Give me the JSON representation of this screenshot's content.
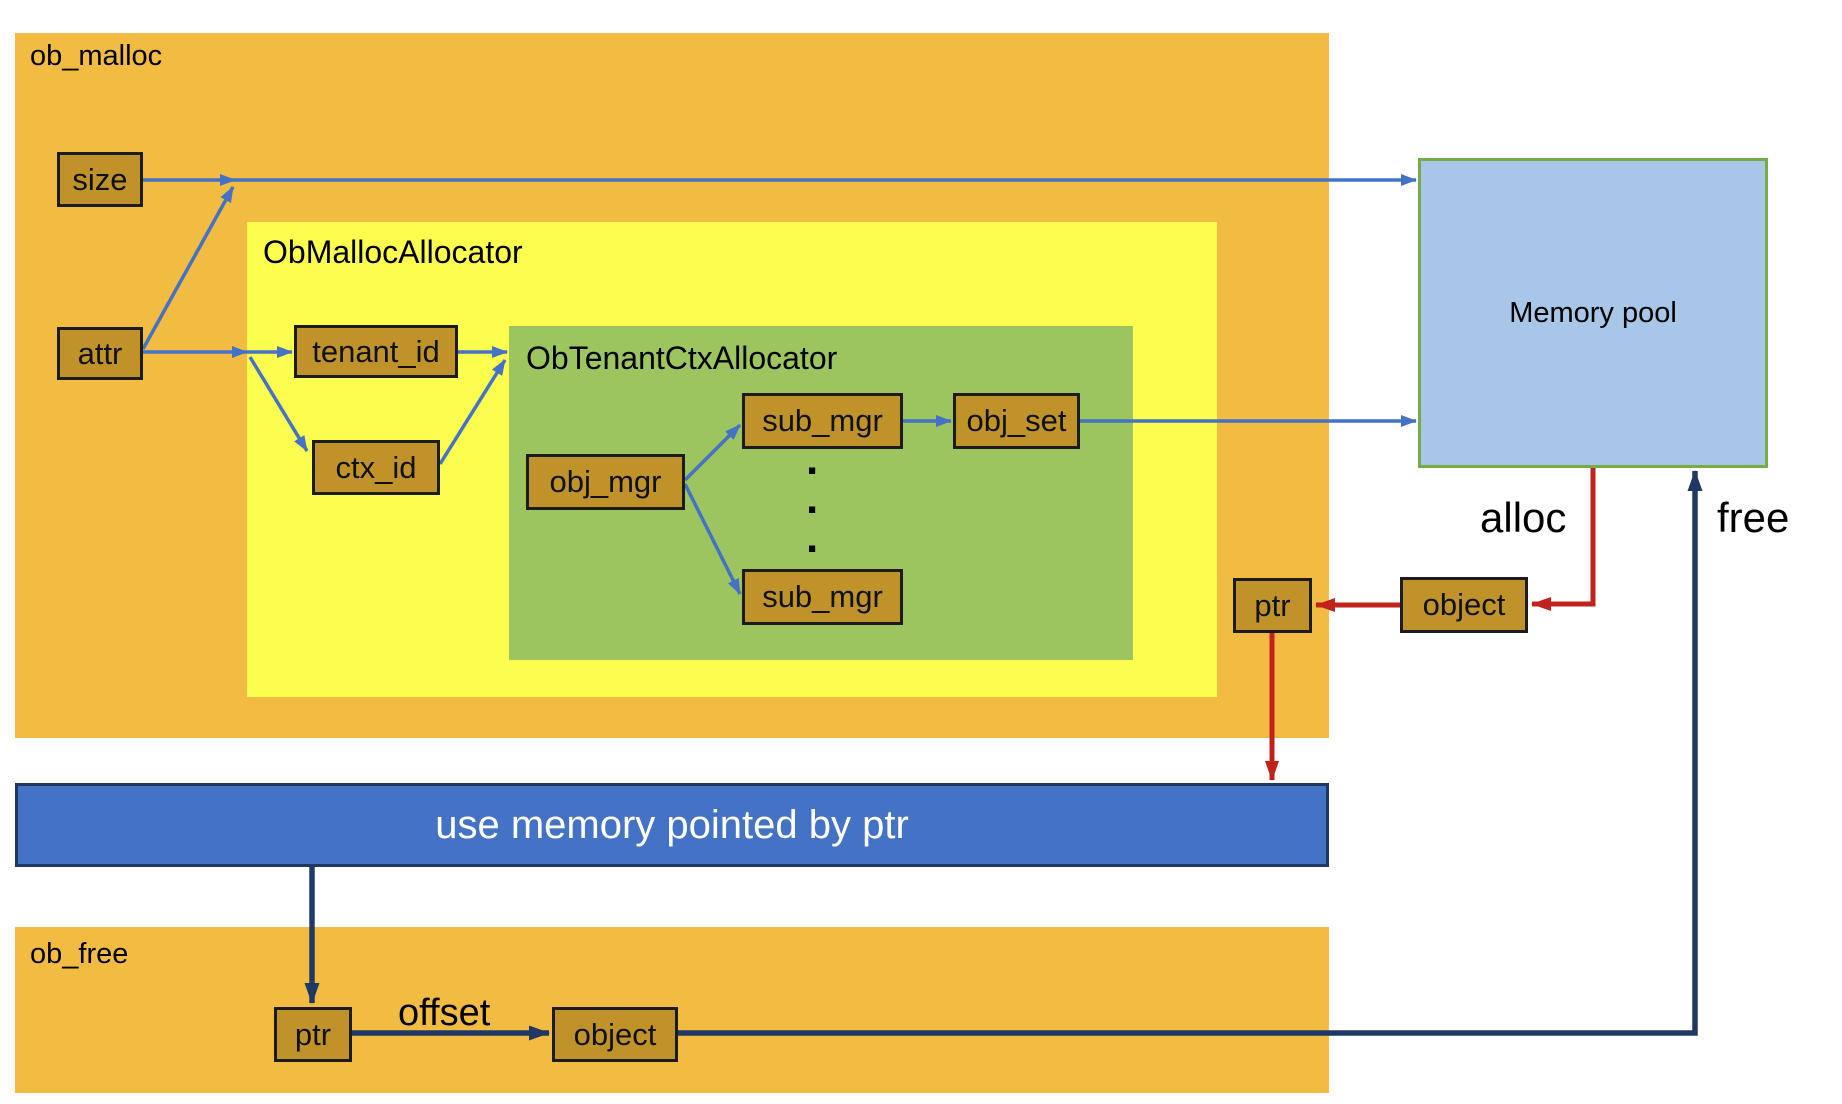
{
  "colors": {
    "orange": "#F2BC42",
    "yellow": "#FDFD4F",
    "green": "#9CC560",
    "box_fill": "#BF9329",
    "box_border": "#1C1C1C",
    "pool_fill": "#A8C6E8",
    "pool_border": "#77AB46",
    "banner_fill": "#4472C4",
    "banner_border": "#1F3864",
    "banner_text": "#FFFFFF",
    "arrow_blue": "#4472C4",
    "arrow_red": "#C0231C",
    "arrow_navy": "#1F3864"
  },
  "diagram": {
    "ob_malloc": {
      "label": "ob_malloc"
    },
    "allocator": {
      "label": "ObMallocAllocator"
    },
    "tenant_ctx": {
      "label": "ObTenantCtxAllocator",
      "ellipsis": ".\n.\n."
    },
    "memory_pool": {
      "label": "Memory pool"
    },
    "banner": {
      "label": "use memory pointed by ptr"
    },
    "ob_free": {
      "label": "ob_free"
    },
    "labels": {
      "alloc": "alloc",
      "free": "free",
      "offset": "offset"
    },
    "boxes": {
      "size": "size",
      "attr": "attr",
      "tenant_id": "tenant_id",
      "ctx_id": "ctx_id",
      "obj_mgr": "obj_mgr",
      "sub_mgr_top": "sub_mgr",
      "sub_mgr_bottom": "sub_mgr",
      "obj_set": "obj_set",
      "ptr_alloc": "ptr",
      "object_alloc": "object",
      "ptr_free": "ptr",
      "object_free": "object"
    }
  }
}
